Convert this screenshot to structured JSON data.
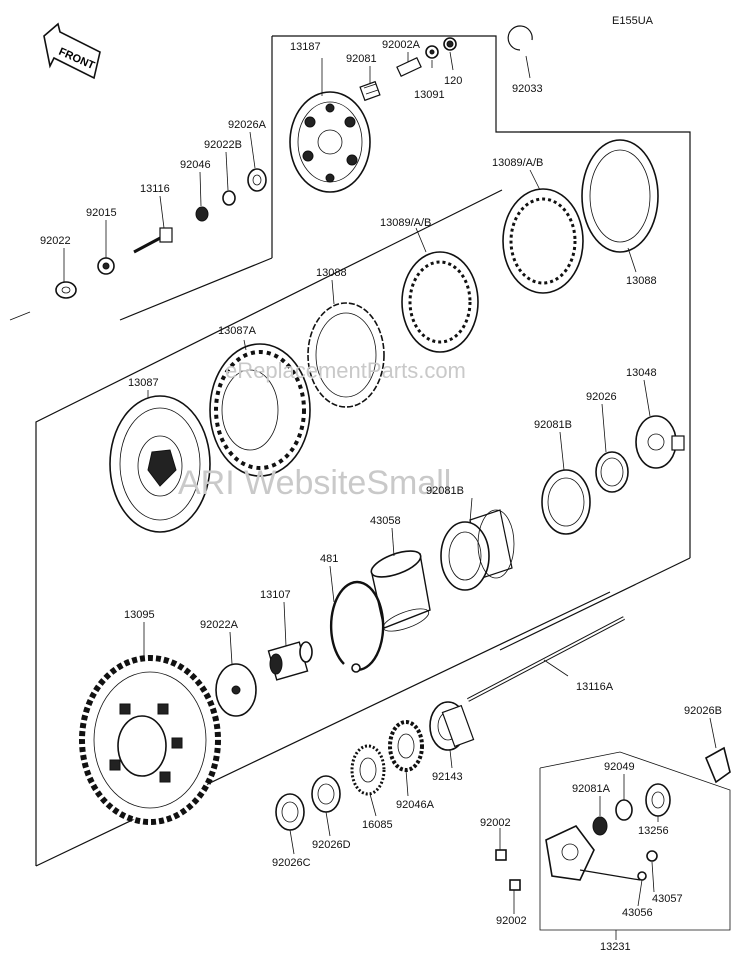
{
  "diagram_id": "E155UA",
  "front_label": "FRONT",
  "watermark_url": "eReplacementParts.com",
  "watermark_brand": "ARI WebsiteSmall",
  "labels": {
    "p13187": "13187",
    "p92002A": "92002A",
    "p92081": "92081",
    "p120": "120",
    "p13091": "13091",
    "p92033": "92033",
    "p92026A": "92026A",
    "p92022B": "92022B",
    "p92046": "92046",
    "p13116": "13116",
    "p92015": "92015",
    "p92022": "92022",
    "p13089ab_top": "13089/A/B",
    "p13089ab_mid": "13089/A/B",
    "p13088_right": "13088",
    "p13088_left": "13088",
    "p13087A": "13087A",
    "p13087": "13087",
    "p13048": "13048",
    "p92026": "92026",
    "p92081B_top": "92081B",
    "p92081B_mid": "92081B",
    "p43058": "43058",
    "p481": "481",
    "p13107": "13107",
    "p13095": "13095",
    "p92022A": "92022A",
    "p13116A": "13116A",
    "p92026B": "92026B",
    "p92049": "92049",
    "p92081A": "92081A",
    "p13256": "13256",
    "p92143": "92143",
    "p92046A": "92046A",
    "p16085": "16085",
    "p92026D": "92026D",
    "p92026C": "92026C",
    "p92002_top": "92002",
    "p92002_bot": "92002",
    "p43057": "43057",
    "p43056": "43056",
    "p13231": "13231"
  }
}
